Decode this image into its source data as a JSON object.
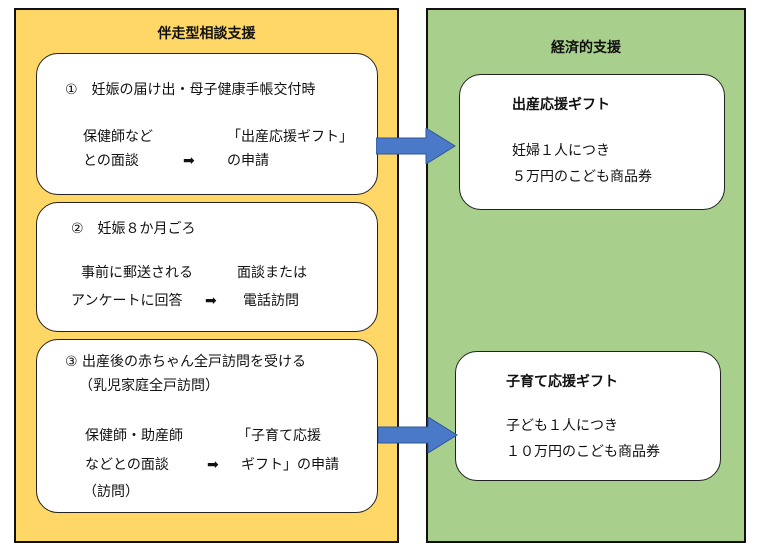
{
  "left_panel": {
    "title": "伴走型相談支援",
    "step1": {
      "heading": "①　妊娠の届け出・母子健康手帳交付時",
      "left_line1": "保健師など",
      "left_line2": "との面談",
      "arrow": "➡",
      "right_line1": "「出産応援ギフト」",
      "right_line2": "の申請"
    },
    "step2": {
      "heading": "②　妊娠８か月ごろ",
      "left_line1": "事前に郵送される",
      "left_line2": "アンケートに回答",
      "arrow": "➡",
      "right_line1": "面談または",
      "right_line2": "電話訪問"
    },
    "step3": {
      "heading": "③ 出産後の赤ちゃん全戸訪問を受ける",
      "subheading": "（乳児家庭全戸訪問）",
      "left_line1": "保健師・助産師",
      "left_line2": "などとの面談",
      "left_line3": "（訪問）",
      "arrow": "➡",
      "right_line1": "「子育て応援",
      "right_line2": "ギフト」の申請"
    }
  },
  "right_panel": {
    "title": "経済的支援",
    "gift1": {
      "title": "出産応援ギフト",
      "line1": "妊婦１人につき",
      "line2": "５万円のこども商品券"
    },
    "gift2": {
      "title": "子育て応援ギフト",
      "line1": "子ども１人につき",
      "line2": "１０万円のこども商品券"
    }
  },
  "colors": {
    "left_bg": "#ffd766",
    "right_bg": "#a8d08c",
    "arrow": "#4a7ac7"
  }
}
